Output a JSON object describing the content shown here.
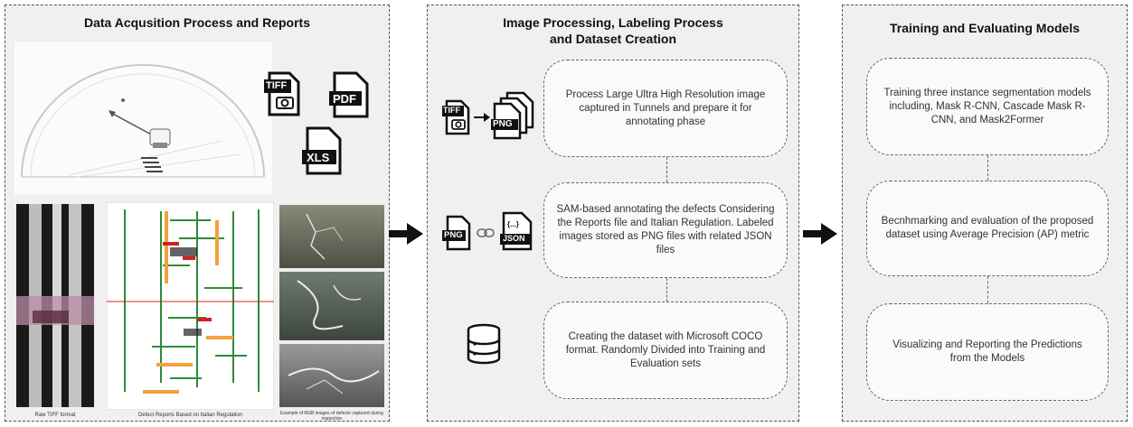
{
  "panel1": {
    "title": "Data Acqusition Process and Reports",
    "icons": {
      "tiff": "TIFF",
      "pdf": "PDF",
      "xls": "XLS"
    },
    "captions": {
      "raw": "Raw TIFF format",
      "defect": "Defect Reports Based on Italian Regulation",
      "rgb": "Example of RGB images of defects captured during inspection"
    }
  },
  "panel2": {
    "title_line1": "Image Processing, Labeling Process",
    "title_line2": "and Dataset Creation",
    "icons": {
      "tiff": "TIFF",
      "png": "PNG",
      "json": "JSON",
      "json_brace": "{...}"
    },
    "steps": [
      "Process Large Ultra High Resolution image captured in Tunnels and prepare it for annotating phase",
      "SAM-based annotating the defects Considering the Reports file and Italian Regulation. Labeled images stored as PNG files with related JSON files",
      "Creating the dataset with Microsoft COCO format. Randomly Divided into Training and Evaluation sets"
    ]
  },
  "panel3": {
    "title": "Training and Evaluating Models",
    "steps": [
      "Training three instance segmentation models including, Mask R-CNN, Cascade Mask R-CNN, and Mask2Former",
      "Becnhmarking and evaluation of the proposed  dataset using Average Precision (AP) metric",
      "Visualizing and Reporting the Predictions from the Models"
    ]
  },
  "colors": {
    "panel_bg": "#f0f0f0",
    "border": "#555555",
    "arrow": "#111111"
  }
}
